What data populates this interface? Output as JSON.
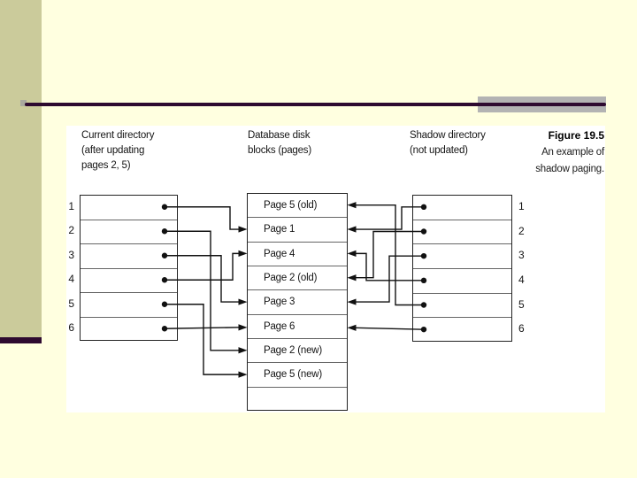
{
  "slide": {
    "colors": {
      "background": "#FFFFE0",
      "accent_bar": "#CBCB9B",
      "rule_purple": "#2E0A30",
      "rule_gray": "#B3B3B3",
      "figure_background": "#FFFFFF",
      "line_black": "#111111"
    }
  },
  "figure": {
    "caption": {
      "title": "Figure 19.5",
      "lines": [
        "An example of",
        "shadow paging."
      ]
    },
    "headings": {
      "current": [
        "Current directory",
        "(after updating",
        "pages 2, 5)"
      ],
      "disk": [
        "Database disk",
        "blocks (pages)"
      ],
      "shadow": [
        "Shadow directory",
        "(not updated)"
      ]
    },
    "current_directory": {
      "labels": [
        "1",
        "2",
        "3",
        "4",
        "5",
        "6"
      ]
    },
    "shadow_directory": {
      "labels": [
        "1",
        "2",
        "3",
        "4",
        "5",
        "6"
      ]
    },
    "disk_blocks": [
      "Page 5 (old)",
      "Page 1",
      "Page 4",
      "Page 2 (old)",
      "Page 3",
      "Page 6",
      "Page 2 (new)",
      "Page 5 (new)",
      ""
    ],
    "mappings": {
      "current_to_block": [
        2,
        7,
        5,
        3,
        8,
        6
      ],
      "shadow_to_block": [
        2,
        4,
        5,
        3,
        1,
        6
      ]
    }
  }
}
